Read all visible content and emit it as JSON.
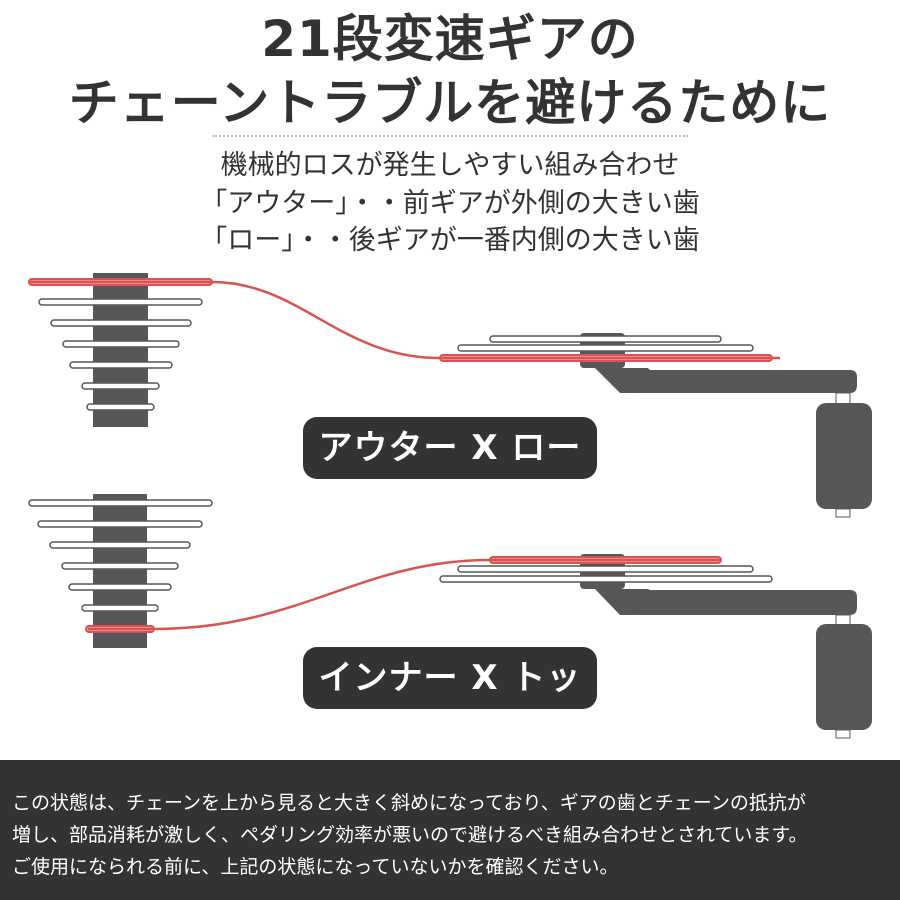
{
  "header": {
    "title_line1": "21段変速ギアの",
    "title_line2": "チェーントラブルを避けるために"
  },
  "subtitle": {
    "line1": "機械的ロスが発生しやすい組み合わせ",
    "line2": "「アウター」・・前ギアが外側の大きい歯",
    "line3": "「ロー」・・後ギアが一番内側の大きい歯"
  },
  "diagrams": [
    {
      "label": "アウター X ロー",
      "rear_engaged_cog": 1,
      "front_engaged_ring": 3
    },
    {
      "label": "インナー X トップ",
      "rear_engaged_cog": 7,
      "front_engaged_ring": 1
    }
  ],
  "colors": {
    "dark": "#333333",
    "gear_body": "#575757",
    "chain": "#d9534f",
    "chain_fill": "#f0a0a0"
  },
  "footer": {
    "line1": "この状態は、チェーンを上から見ると大きく斜めになっており、ギアの歯とチェーンの抵抗が",
    "line2": "増し、部品消耗が激しく、ペダリング効率が悪いので避けるべき組み合わせとされています。",
    "line3": "ご使用になられる前に、上記の状態になっていないかを確認ください。"
  }
}
